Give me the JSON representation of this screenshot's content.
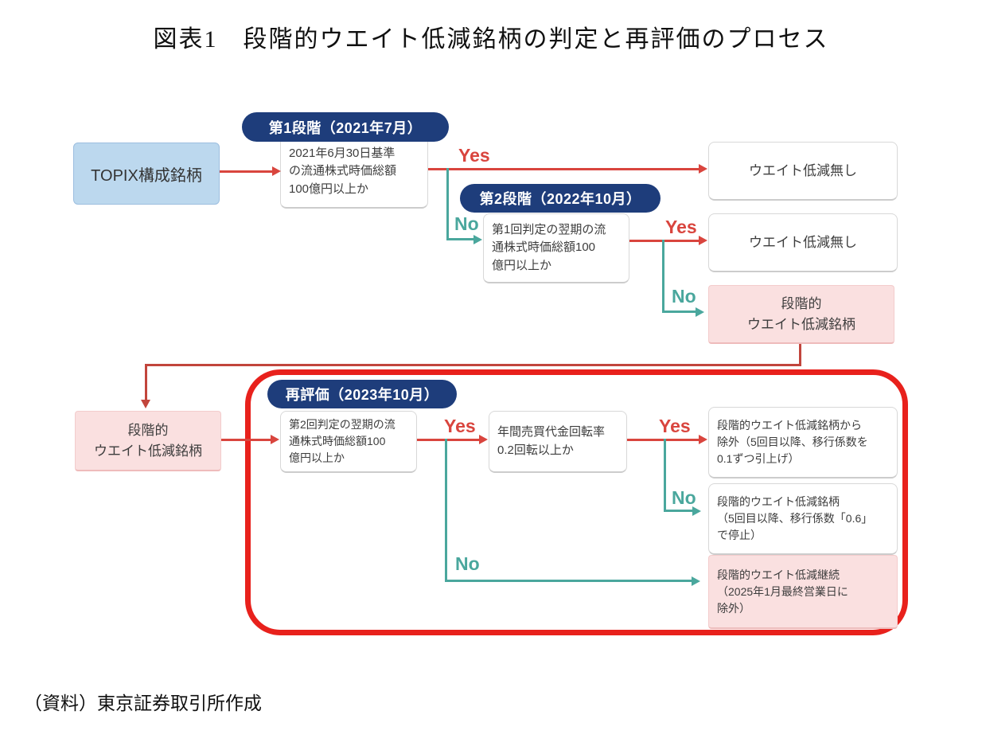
{
  "title": "図表1　段階的ウエイト低減銘柄の判定と再評価のプロセス",
  "source": "（資料）東京証券取引所作成",
  "labels": {
    "yes": "Yes",
    "no": "No"
  },
  "colors": {
    "badge_navy": "#1e3d7b",
    "arrow_red": "#d9453e",
    "arrow_teal": "#4aa79d",
    "connector_red": "#c2453c",
    "highlight_red": "#e8211c",
    "start_box_blue": "#bcd8ee",
    "result_box_pink": "#fae0e0"
  },
  "stage1": {
    "badge": "第1段階（2021年7月）",
    "start": "TOPIX構成銘柄",
    "condition": "2021年6月30日基準\nの流通株式時価総額\n100億円以上か",
    "yes_result": "ウエイト低減無し"
  },
  "stage2": {
    "badge": "第2段階（2022年10月）",
    "condition": "第1回判定の翌期の流\n通株式時価総額100\n億円以上か",
    "yes_result": "ウエイト低減無し",
    "no_result": "段階的\nウエイト低減銘柄"
  },
  "reeval": {
    "badge": "再評価（2023年10月）",
    "entry": "段階的\nウエイト低減銘柄",
    "condition_market_cap": "第2回判定の翌期の流\n通株式時価総額100\n億円以上か",
    "condition_turnover": "年間売買代金回転率\n0.2回転以上か",
    "yes_result": "段階的ウエイト低減銘柄から\n除外（5回目以降、移行係数を\n0.1ずつ引上げ）",
    "no_result": "段階的ウエイト低減銘柄\n（5回目以降、移行係数「0.6」\nで停止）",
    "continue_result": "段階的ウエイト低減継続\n（2025年1月最終営業日に\n除外）"
  }
}
